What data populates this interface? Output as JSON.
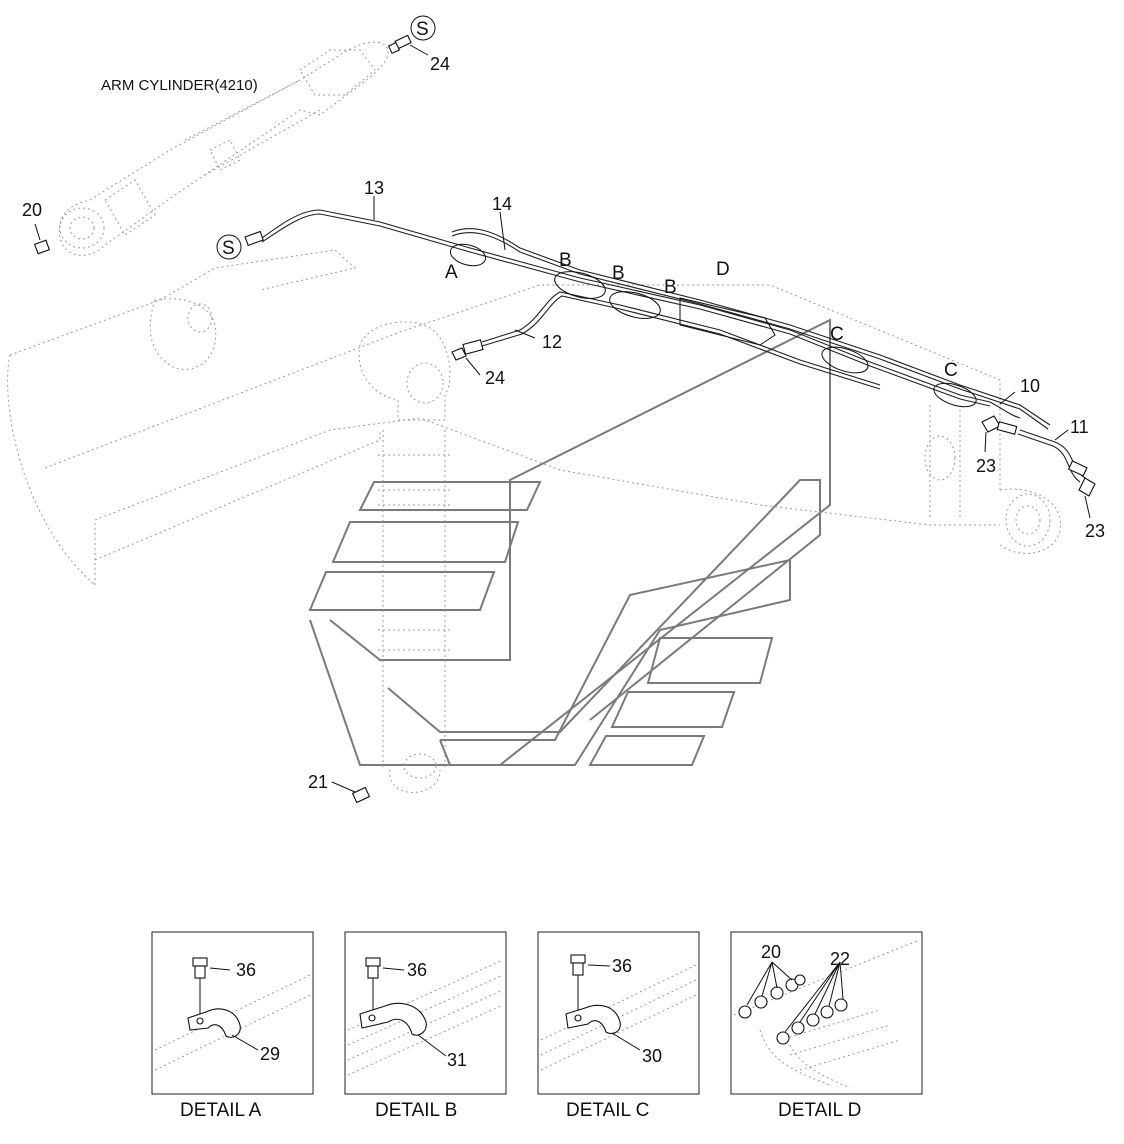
{
  "title_label": "ARM CYLINDER(4210)",
  "callouts": {
    "p10": "10",
    "p11": "11",
    "p12": "12",
    "p13": "13",
    "p14": "14",
    "p20": "20",
    "p21": "21",
    "p23a": "23",
    "p23b": "23",
    "p24a": "24",
    "p24b": "24"
  },
  "section_marks": {
    "s1": "S",
    "s2": "S"
  },
  "detail_markers": {
    "a": "A",
    "b1": "B",
    "b2": "B",
    "b3": "B",
    "c1": "C",
    "c2": "C",
    "d": "D"
  },
  "details": [
    {
      "caption": "DETAIL  A",
      "bolt": "36",
      "clamp": "29"
    },
    {
      "caption": "DETAIL  B",
      "bolt": "36",
      "clamp": "31"
    },
    {
      "caption": "DETAIL  C",
      "bolt": "36",
      "clamp": "30"
    },
    {
      "caption": "DETAIL  D",
      "fitting_left": "20",
      "fitting_right": "22"
    }
  ],
  "colors": {
    "line": "#111111",
    "ghost": "#9a9a9a",
    "watermark": "#7a7a7a"
  }
}
